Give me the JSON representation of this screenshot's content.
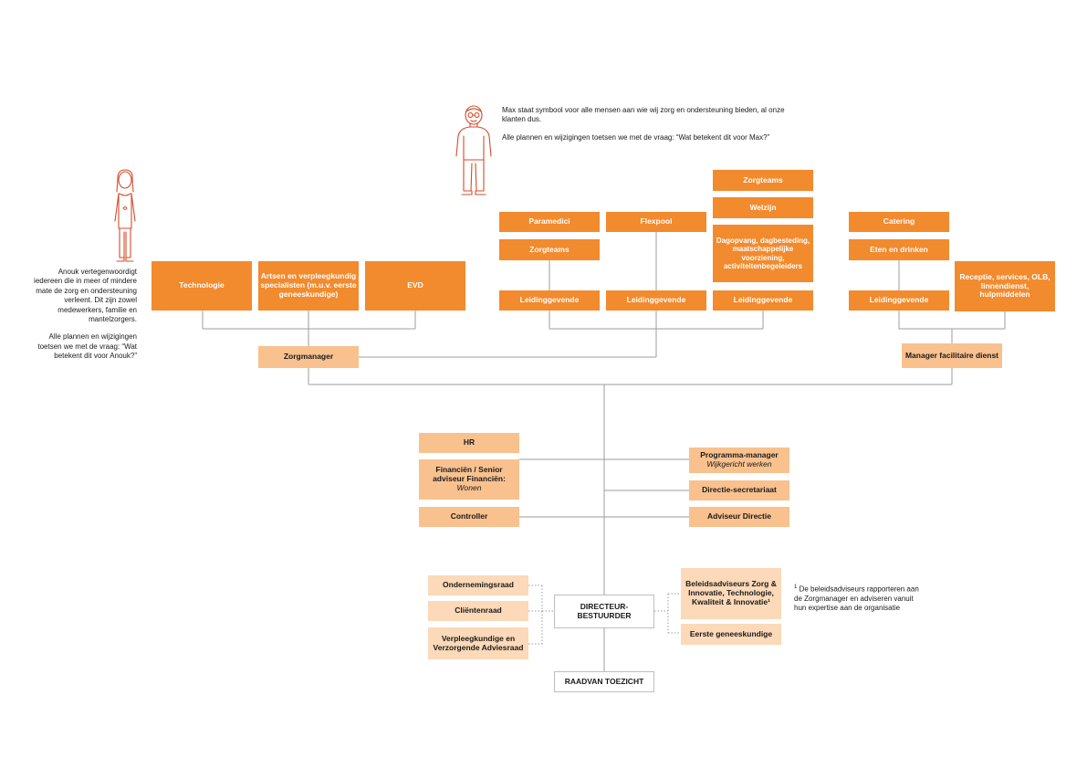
{
  "colors": {
    "dark_orange": "#f28a2e",
    "light_orange": "#f9c18e",
    "pale_orange": "#fcd9b8",
    "line": "#9e9e9e",
    "figure_stroke": "#d64b2b"
  },
  "icons": {
    "max": "person-icon",
    "anouk": "person-icon"
  },
  "notes": {
    "max_1": "Max staat symbool voor alle mensen aan wie wij zorg en ondersteuning bieden, al onze klanten dus.",
    "max_2": "Alle plannen en wijzigingen toetsen we met de vraag: “Wat betekent dit voor Max?”",
    "anouk_1": "Anouk vertegenwoordigt iedereen die in meer of mindere mate de zorg en ondersteuning verleent. Dit zijn zowel medewerkers, familie en mantelzorgers.",
    "anouk_2": "Alle plannen en wijzigingen toetsen we met de vraag: “Wat betekent dit voor Anouk?”",
    "footnote_mark": "1",
    "footnote": "De beleidsadviseurs rapporteren aan de Zorgmanager en adviseren vanuit hun expertise aan de organisatie"
  },
  "boxes": {
    "technologie": "Technologie",
    "artsen": "Artsen en verpleegkundig specialisten (m.u.v. eerste geneeskundige)",
    "evd": "EVD",
    "paramedici": "Paramedici",
    "zorgteams_a": "Zorgteams",
    "leidinggevende_1": "Leidinggevende",
    "flexpool": "Flexpool",
    "leidinggevende_2": "Leidinggevende",
    "zorgteams_b": "Zorgteams",
    "welzijn": "Welzijn",
    "dagopvang": "Dagopvang, dagbesteding, maatschappelijke voorziening, activiteitenbegeleiders",
    "leidinggevende_3": "Leidinggevende",
    "catering": "Catering",
    "eten": "Eten en drinken",
    "leidinggevende_4": "Leidinggevende",
    "receptie": "Receptie, services, OLB, linnendienst, hulpmiddelen",
    "zorgmanager": "Zorgmanager",
    "manager_facilitair": "Manager facilitaire dienst",
    "hr": "HR",
    "financien": "Financiën / Senior adviseur Financiën:",
    "financien_sub": "Wonen",
    "controller": "Controller",
    "programma_manager": "Programma-manager",
    "programma_manager_sub": "Wijkgericht werken",
    "directie_secretariaat": "Directie-secretariaat",
    "adviseur_directie": "Adviseur Directie",
    "ondernemingsraad": "Ondernemingsraad",
    "clientenraad": "Cliëntenraad",
    "verpleegkundige_adviesraad": "Verpleegkundige en Verzorgende Adviesraad",
    "directeur": "DIRECTEUR-BESTUURDER",
    "beleidsadviseurs": "Beleidsadviseurs Zorg & Innovatie, Technologie, Kwaliteit & Innovatie¹",
    "eerste_geneeskundige": "Eerste geneeskundige",
    "raad_van_toezicht": "RAADVAN TOEZICHT"
  }
}
